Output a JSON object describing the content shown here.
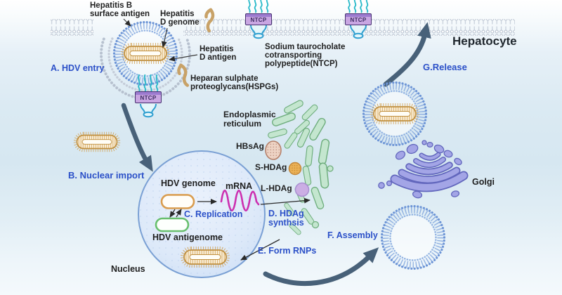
{
  "figure": {
    "name": "HDV life cycle in a hepatocyte"
  },
  "labels": {
    "hbs_antigen_l1": "Hepatitis B",
    "hbs_antigen_l2": "surface antigen",
    "hdv_genome_top_l1": "Hepatitis",
    "hdv_genome_top_l2": "D genome",
    "hdv_antigen_l1": "Hepatitis",
    "hdv_antigen_l2": "D antigen",
    "hspg_l1": "Heparan sulphate",
    "hspg_l2": "proteoglycans(HSPGs)",
    "ntcp": "NTCP",
    "ntcp_full_l1": "Sodium taurocholate",
    "ntcp_full_l2": "cotransporting",
    "ntcp_full_l3": "polypeptide(NTCP)",
    "hepatocyte": "Hepatocyte",
    "er_l1": "Endoplasmic",
    "er_l2": "reticulum",
    "hbsag": "HBsAg",
    "s_hdag": "S-HDAg",
    "l_hdag": "L-HDAg",
    "mrna": "mRNA",
    "hdv_genome": "HDV genome",
    "hdv_antigenome": "HDV antigenome",
    "nucleus": "Nucleus",
    "golgi": "Golgi"
  },
  "steps": {
    "a": "A. HDV entry",
    "b": "B. Nuclear import",
    "c": "C. Replication",
    "d_l1": "D. HDAg",
    "d_l2": "synthsis",
    "e": "E. Form RNPs",
    "f": "F. Assembly",
    "g": "G.Release"
  },
  "colors": {
    "step_label_blue": "#2b50c8",
    "envelope_blue": "#6d95d6",
    "capsid_orange": "#cf9c4c",
    "membrane_gray": "#b7c1cf",
    "ntcp_purple": "#c9a6e2",
    "squiggle_cyan": "#28b9c9",
    "er_green": "#c4e6cf",
    "golgi_purple": "#a3a5e6",
    "mrna_magenta": "#cc2fb0",
    "nucleus_blue": "#d8e6f8",
    "arrow_slate": "#486179",
    "hbsag_pink": "#edd3c4",
    "s_hdag_orange": "#eab158",
    "l_hdag_purple": "#cbaee4"
  }
}
